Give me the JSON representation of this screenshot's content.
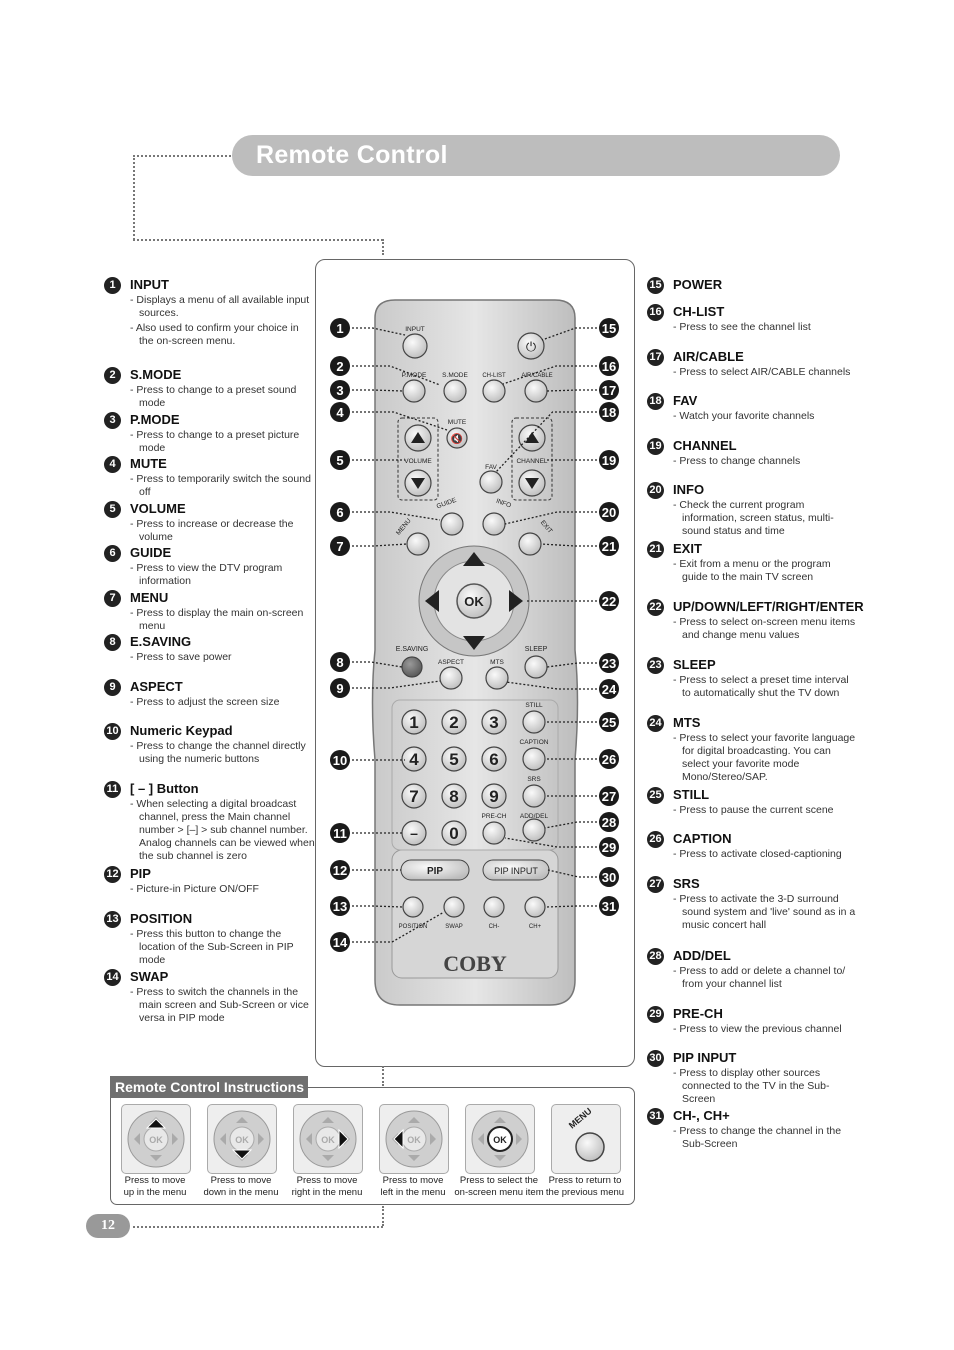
{
  "title": "Remote Control",
  "page_number": "12",
  "brand": "COBY",
  "left_items": [
    {
      "num": "1",
      "title": "INPUT",
      "desc": [
        "Displays a menu of all available input sources.",
        "Also used to confirm your choice in the on-screen menu."
      ]
    },
    {
      "num": "2",
      "title": "S.MODE",
      "desc": [
        "Press to change to a preset sound mode"
      ]
    },
    {
      "num": "3",
      "title": "P.MODE",
      "desc": [
        "Press to change to a preset picture mode"
      ]
    },
    {
      "num": "4",
      "title": "MUTE",
      "desc": [
        "Press to temporarily switch the sound off"
      ]
    },
    {
      "num": "5",
      "title": "VOLUME",
      "desc": [
        "Press to increase or decrease the volume"
      ]
    },
    {
      "num": "6",
      "title": "GUIDE",
      "desc": [
        "Press to view the DTV program information"
      ]
    },
    {
      "num": "7",
      "title": "MENU",
      "desc": [
        "Press to display the main on-screen menu"
      ]
    },
    {
      "num": "8",
      "title": "E.SAVING",
      "desc": [
        "Press to save power"
      ]
    },
    {
      "num": "9",
      "title": "ASPECT",
      "desc": [
        "Press to adjust the screen size"
      ]
    },
    {
      "num": "10",
      "title": "Numeric Keypad",
      "desc": [
        "Press to change the channel directly using the numeric buttons"
      ]
    },
    {
      "num": "11",
      "title": "[ – ] Button",
      "desc": [
        "When selecting a digital broadcast channel, press the Main channel number > [–] > sub channel number. Analog channels can be viewed when the sub channel is zero"
      ]
    },
    {
      "num": "12",
      "title": "PIP",
      "desc": [
        "Picture-in Picture ON/OFF"
      ]
    },
    {
      "num": "13",
      "title": "POSITION",
      "desc": [
        "Press this button to change the location of the Sub-Screen in PIP mode"
      ]
    },
    {
      "num": "14",
      "title": "SWAP",
      "desc": [
        "Press to switch the channels in the main screen and Sub-Screen or vice versa in PIP mode"
      ]
    }
  ],
  "right_items": [
    {
      "num": "15",
      "title": "POWER",
      "desc": []
    },
    {
      "num": "16",
      "title": "CH-LIST",
      "desc": [
        "Press to see the channel list"
      ]
    },
    {
      "num": "17",
      "title": "AIR/CABLE",
      "desc": [
        "Press to select AIR/CABLE channels"
      ]
    },
    {
      "num": "18",
      "title": "FAV",
      "desc": [
        "Watch your favorite channels"
      ]
    },
    {
      "num": "19",
      "title": "CHANNEL",
      "desc": [
        "Press to change channels"
      ]
    },
    {
      "num": "20",
      "title": "INFO",
      "desc": [
        "Check the current program information, screen status, multi-sound status and time"
      ]
    },
    {
      "num": "21",
      "title": "EXIT",
      "desc": [
        "Exit from a menu or the program guide to the main TV screen"
      ]
    },
    {
      "num": "22",
      "title": "UP/DOWN/LEFT/RIGHT/ENTER",
      "desc": [
        "Press to select on-screen menu items and change menu values"
      ]
    },
    {
      "num": "23",
      "title": "SLEEP",
      "desc": [
        "Press to select a preset time interval to automatically shut the TV down"
      ]
    },
    {
      "num": "24",
      "title": "MTS",
      "desc": [
        "Press to select your favorite language for digital broadcasting. You can select your favorite mode Mono/Stereo/SAP."
      ]
    },
    {
      "num": "25",
      "title": "STILL",
      "desc": [
        "Press to pause the current scene"
      ]
    },
    {
      "num": "26",
      "title": "CAPTION",
      "desc": [
        "Press to activate closed-captioning"
      ]
    },
    {
      "num": "27",
      "title": "SRS",
      "desc": [
        "Press to activate the 3-D surround sound system and 'live' sound as in a music concert hall"
      ]
    },
    {
      "num": "28",
      "title": "ADD/DEL",
      "desc": [
        "Press to add or delete a channel to/ from your channel list"
      ]
    },
    {
      "num": "29",
      "title": "PRE-CH",
      "desc": [
        "Press to view the previous channel"
      ]
    },
    {
      "num": "30",
      "title": "PIP INPUT",
      "desc": [
        "Press to display other sources connected to the TV in the Sub-Screen"
      ]
    },
    {
      "num": "31",
      "title": "CH-, CH+",
      "desc": [
        "Press to change the channel in the Sub-Screen"
      ]
    }
  ],
  "remote_labels": {
    "input": "INPUT",
    "pmode": "P.MODE",
    "smode": "S.MODE",
    "chlist": "CH-LIST",
    "aircable": "AIR/CABLE",
    "mute": "MUTE",
    "volume": "VOLUME",
    "channel": "CHANNEL",
    "fav": "FAV",
    "guide": "GUIDE",
    "info": "INFO",
    "menu": "MENU",
    "exit": "EXIT",
    "ok": "OK",
    "esaving": "E.SAVING",
    "aspect": "ASPECT",
    "mts": "MTS",
    "sleep": "SLEEP",
    "still": "STILL",
    "caption": "CAPTION",
    "srs": "SRS",
    "prech": "PRE-CH",
    "adddel": "ADD/DEL",
    "pip": "PIP",
    "pipinput": "PIP INPUT",
    "position": "POSITION",
    "swap": "SWAP",
    "chminus": "CH-",
    "chplus": "CH+",
    "dash": "–",
    "digits": [
      "1",
      "2",
      "3",
      "4",
      "5",
      "6",
      "7",
      "8",
      "9",
      "0"
    ]
  },
  "instructions": {
    "title": "Remote Control Instructions",
    "ok_label": "OK",
    "menu_label": "MENU",
    "captions": [
      [
        "Press to move",
        "up in the menu"
      ],
      [
        "Press to move",
        "down in the menu"
      ],
      [
        "Press to move",
        "right in the menu"
      ],
      [
        "Press to move",
        "left in the menu"
      ],
      [
        "Press to select the",
        "on-screen menu item"
      ],
      [
        "Press to return to",
        "the previous menu"
      ]
    ]
  }
}
